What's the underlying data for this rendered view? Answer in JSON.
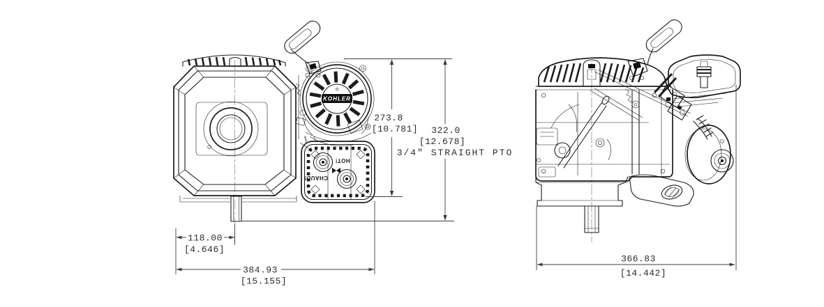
{
  "drawing": {
    "background": "#ffffff",
    "line_color": "#1c1c1c",
    "dim_color": "#3c3c3c",
    "front_view": {
      "logo": "KOHLER",
      "warning_hot": "HOT!",
      "warning_chaud": "CHAUD!"
    },
    "dimensions": {
      "height_to_muffler_mm": "273.8",
      "height_to_muffler_in": "[10.781]",
      "height_to_pto_mm": "322.0",
      "height_to_pto_in": "[12.678]",
      "pto_type_label": "3/4\" STRAIGHT PTO",
      "crank_offset_mm": "118.00",
      "crank_offset_in": "[4.646]",
      "front_width_mm": "384.93",
      "front_width_in": "[15.155]",
      "side_width_mm": "366.83",
      "side_width_in": "[14.442]"
    }
  }
}
